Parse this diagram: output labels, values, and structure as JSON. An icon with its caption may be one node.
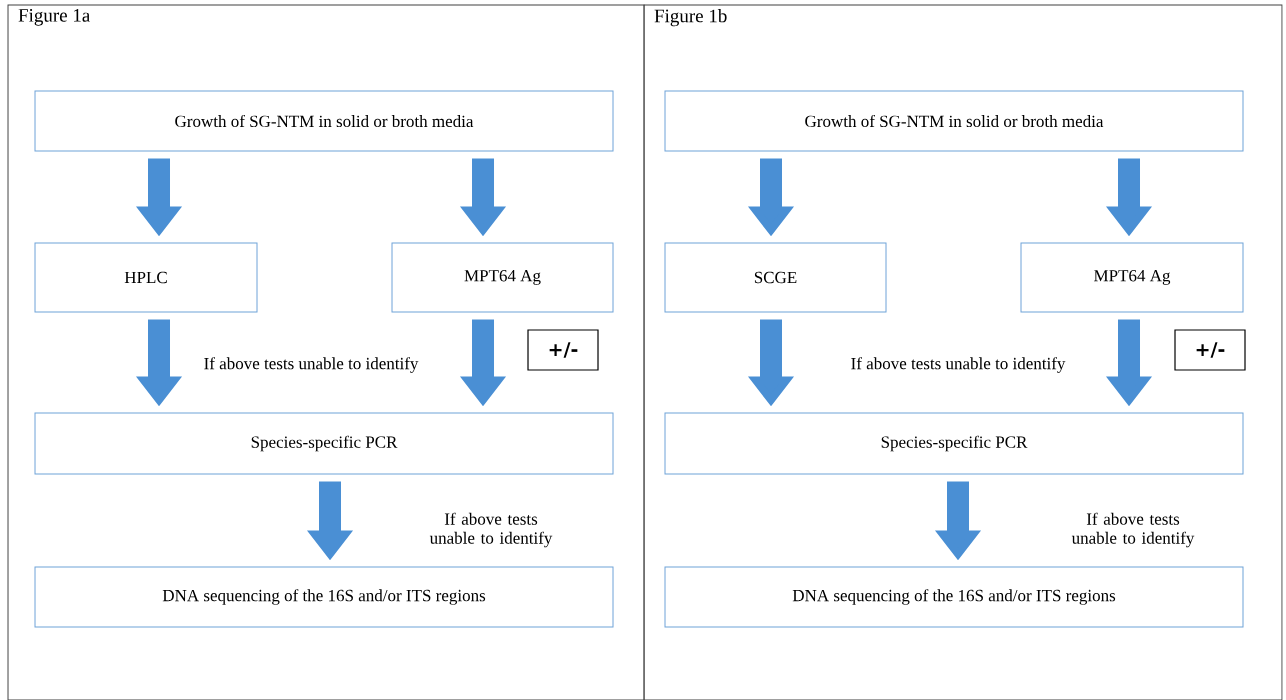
{
  "diagram": {
    "nodes": [
      {
        "text": [
          "Figure 1a"
        ]
      },
      {
        "text": [
          "Growth of SG-NTM in solid or broth media"
        ],
        "in": 0
      },
      {
        "text": [
          "HPLC"
        ],
        "in": 0
      },
      {
        "text": [
          "MPT64 Ag"
        ],
        "in": 0
      },
      {
        "text": [
          "+/-"
        ],
        "in": 0
      },
      {
        "text": [
          "Species-specific PCR"
        ],
        "in": 0
      },
      {
        "text": [
          "DNA sequencing of the 16S and/or ITS regions"
        ],
        "in": 0
      },
      {
        "text": [
          "Figure 1b"
        ]
      },
      {
        "text": [
          "Growth of SG-NTM in solid or broth media"
        ],
        "in": 7
      },
      {
        "text": [
          "SCGE"
        ],
        "in": 7
      },
      {
        "text": [
          "MPT64 Ag"
        ],
        "in": 7
      },
      {
        "text": [
          "+/-"
        ],
        "in": 7
      },
      {
        "text": [
          "Species-specific PCR"
        ],
        "in": 7
      },
      {
        "text": [
          "DNA sequencing of the 16S and/or ITS regions"
        ],
        "in": 7
      }
    ],
    "edges": [
      {
        "from": 1,
        "to": 2,
        "arrow": "to"
      },
      {
        "from": 1,
        "to": 3,
        "arrow": "to"
      },
      {
        "from": 2,
        "to": 5,
        "arrow": "to"
      },
      {
        "from": 3,
        "to": 5,
        "arrow": "to"
      },
      {
        "from": 5,
        "to": 6,
        "arrow": "to"
      },
      {
        "from": 8,
        "to": 9,
        "arrow": "to"
      },
      {
        "from": 8,
        "to": 10,
        "arrow": "to"
      },
      {
        "from": 9,
        "to": 12,
        "arrow": "to"
      },
      {
        "from": 10,
        "to": 12,
        "arrow": "to"
      },
      {
        "from": 12,
        "to": 13,
        "arrow": "to"
      }
    ],
    "labels": [
      "If above tests unable to identify",
      "If above tests unable to identify",
      "If above tests unable to identify",
      "If above tests unable to identify"
    ]
  }
}
